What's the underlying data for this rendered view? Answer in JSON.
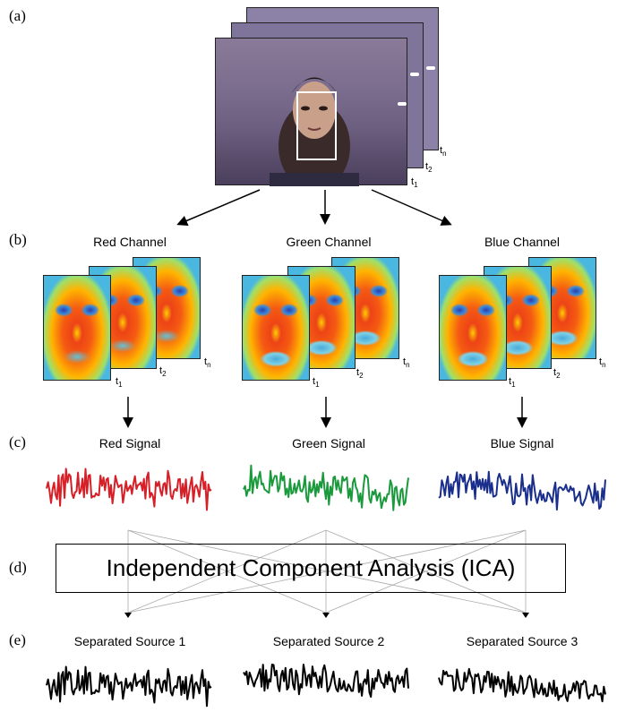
{
  "panels": {
    "a": "(a)",
    "b": "(b)",
    "c": "(c)",
    "d": "(d)",
    "e": "(e)"
  },
  "frames": {
    "t1": "t",
    "t1_sub": "1",
    "t2": "t",
    "t2_sub": "2",
    "tn": "t",
    "tn_sub": "n"
  },
  "channels": {
    "red": "Red Channel",
    "green": "Green Channel",
    "blue": "Blue Channel"
  },
  "signals": {
    "red": "Red Signal",
    "green": "Green Signal",
    "blue": "Blue Signal"
  },
  "ica": "Independent Component Analysis (ICA)",
  "sources": {
    "s1": "Separated Source 1",
    "s2": "Separated Source 2",
    "s3": "Separated Source 3"
  },
  "colors": {
    "red": "#d61f26",
    "green": "#1a9a3c",
    "blue": "#1a2e8c",
    "black": "#000000",
    "face_box": "#ffffff"
  }
}
